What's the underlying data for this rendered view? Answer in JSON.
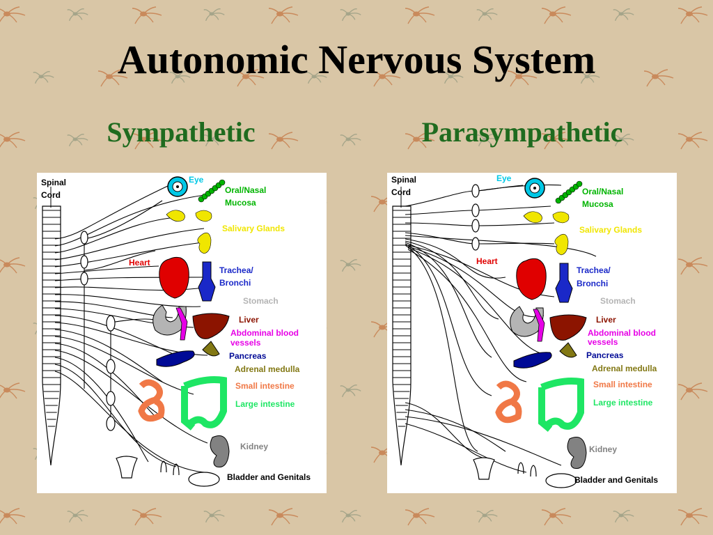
{
  "title": "Autonomic Nervous System",
  "headings": {
    "sympathetic": "Sympathetic",
    "parasympathetic": "Parasympathetic"
  },
  "labels": {
    "spinal": "Spinal",
    "cord": "Cord",
    "eye": "Eye",
    "oral_nasal": "Oral/Nasal",
    "mucosa": "Mucosa",
    "salivary": "Salivary Glands",
    "heart": "Heart",
    "trachea": "Trachea/",
    "bronchi": "Bronchi",
    "stomach": "Stomach",
    "liver": "Liver",
    "abdominal": "Abdominal blood",
    "vessels": "vessels",
    "pancreas": "Pancreas",
    "adrenal": "Adrenal medulla",
    "small_intestine": "Small intestine",
    "large_intestine": "Large intestine",
    "kidney": "Kidney",
    "bladder": "Bladder and Genitals"
  },
  "colors": {
    "background": "#d9c6a6",
    "title": "#000000",
    "heading": "#1f6b1f",
    "eye": "#00c8e6",
    "oral_nasal": "#00b400",
    "salivary": "#f0e600",
    "heart": "#e00000",
    "trachea": "#1a28c8",
    "stomach": "#b4b4b4",
    "liver": "#8c1400",
    "abdominal": "#e600e6",
    "pancreas": "#000a96",
    "adrenal": "#827814",
    "small_intestine": "#f07846",
    "large_intestine": "#1ee664",
    "kidney": "#828282",
    "bladder": "#000000"
  }
}
